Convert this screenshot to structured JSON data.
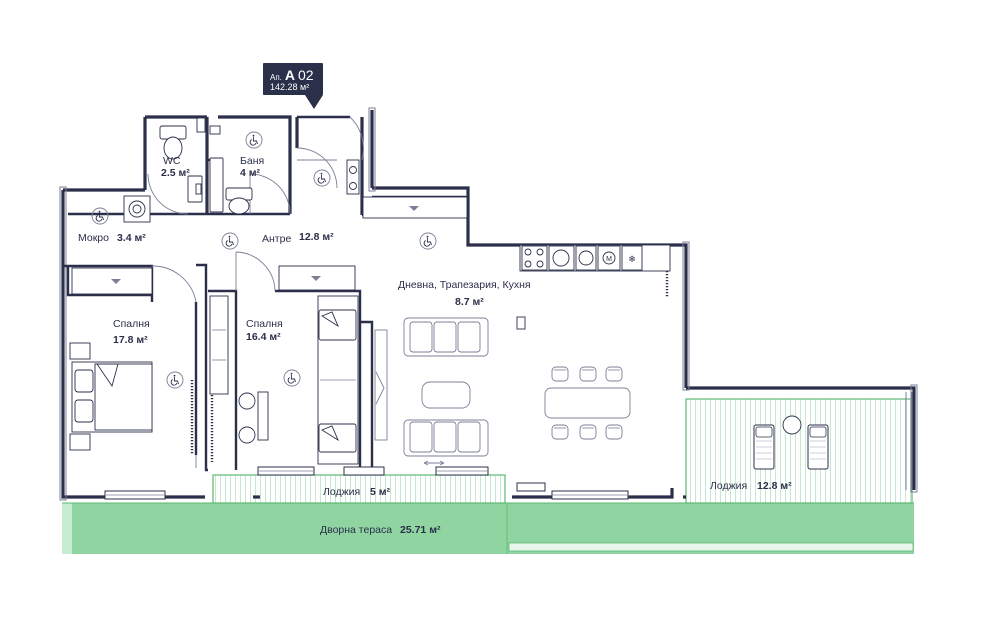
{
  "apartment": {
    "prefix": "Ап.",
    "code": "А",
    "number": "02",
    "area": "142.28 м²"
  },
  "rooms": {
    "wc": {
      "name": "WC",
      "area": "2.5 м²"
    },
    "bath": {
      "name": "Баня",
      "area": "4 м²"
    },
    "storage": {
      "name": "Мокро",
      "area": "3.4 м²"
    },
    "hall": {
      "name": "Антре",
      "area": "12.8 м²"
    },
    "living": {
      "name": "Дневна, Трапезария, Кухня",
      "area": "8.7 м²"
    },
    "bedroom1": {
      "name": "Спалня",
      "area": "17.8 м²"
    },
    "bedroom2": {
      "name": "Спалня",
      "area": "16.4 м²"
    },
    "loggia1": {
      "name": "Лоджия",
      "area": "5 м²"
    },
    "loggia2": {
      "name": "Лоджия",
      "area": "12.8 м²"
    },
    "terrace": {
      "name": "Дворна тераса",
      "area": "25.71 м²"
    }
  },
  "colors": {
    "wall": "#2b2f4a",
    "line": "#7b7f96",
    "green": "#8fd4a1",
    "greenDark": "#5cb873",
    "badge": "#2a2f4a"
  },
  "icons": [
    "wheelchair-icon",
    "bathtub-icon",
    "toilet-icon",
    "bed-icon",
    "sofa-icon",
    "dining-table-icon",
    "stove-icon",
    "sun-lounger-icon"
  ]
}
